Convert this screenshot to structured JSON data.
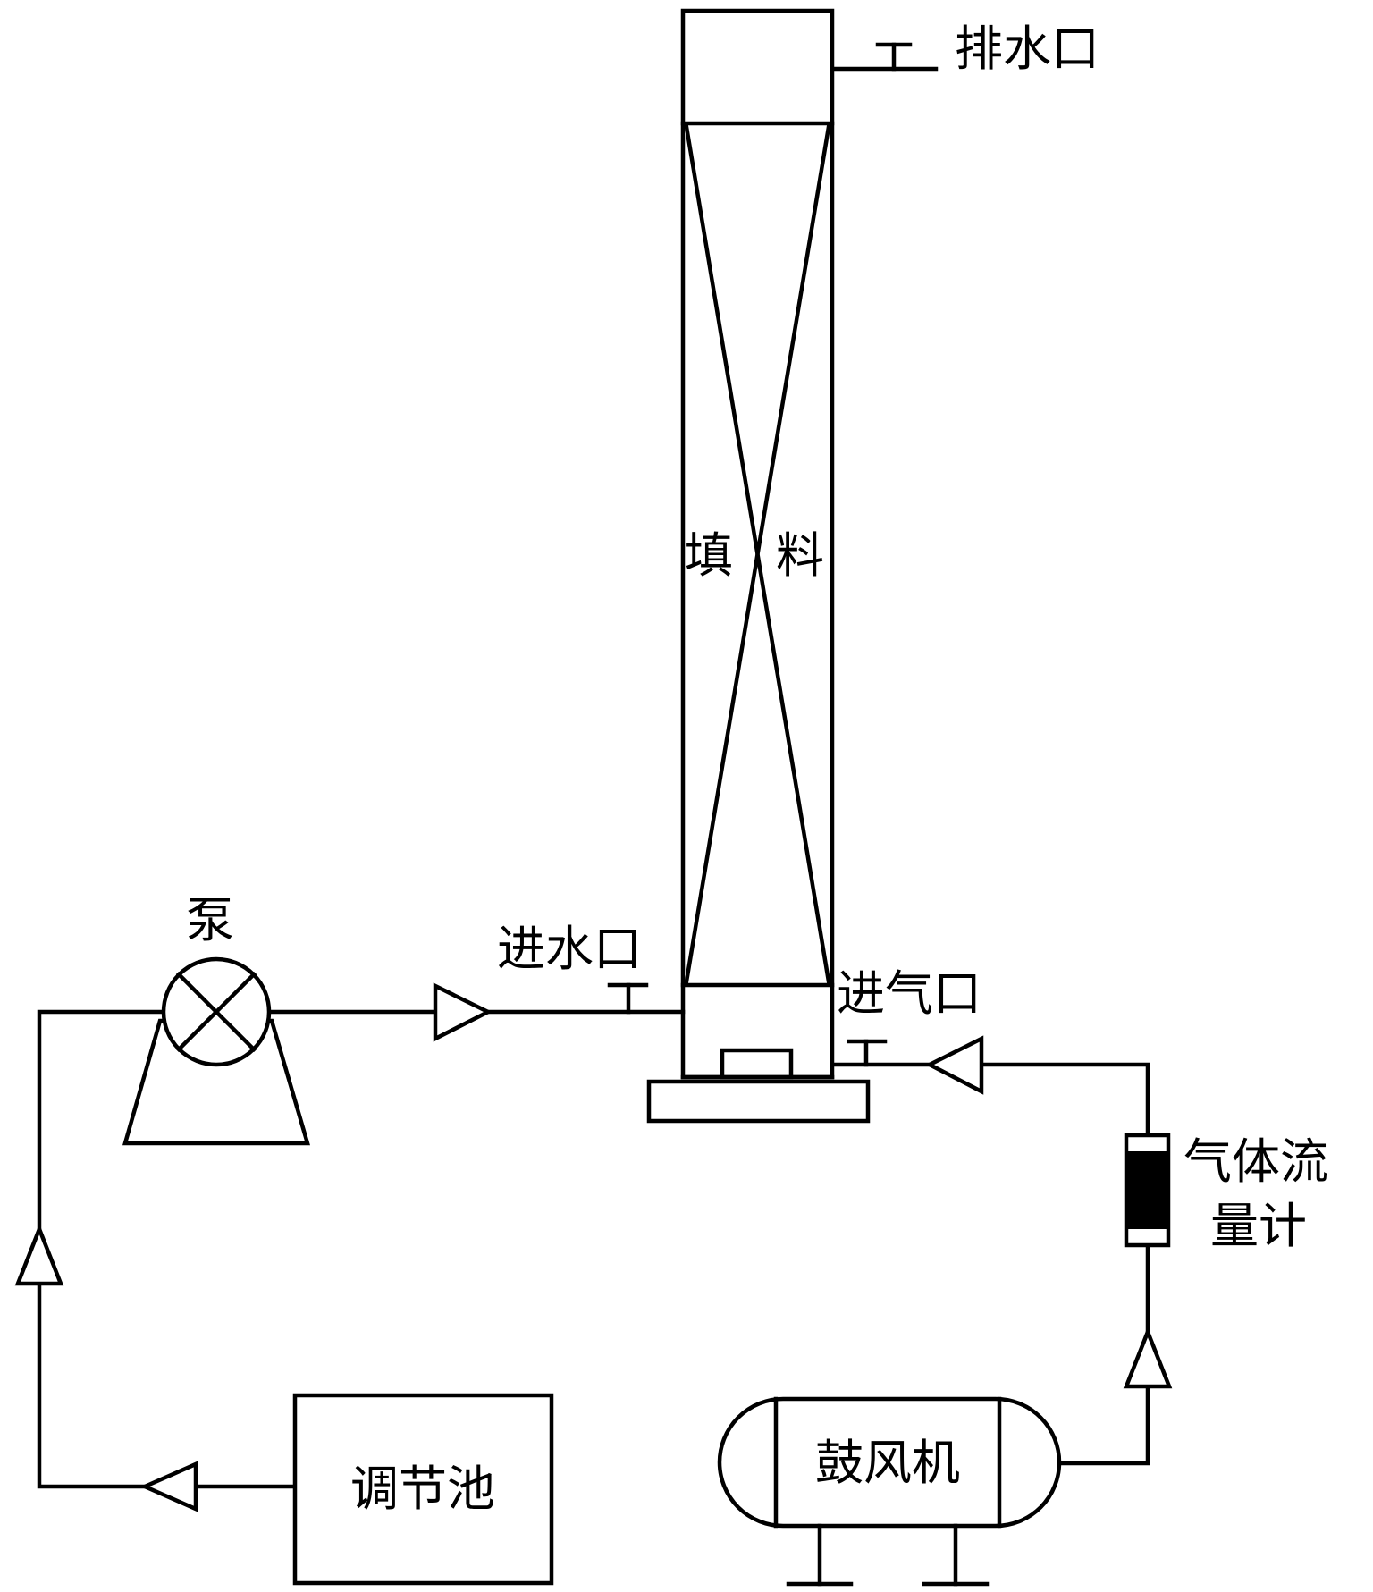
{
  "labels": {
    "outlet": "排水口",
    "packing_left": "填",
    "packing_right": "料",
    "pump": "泵",
    "water_inlet": "进水口",
    "air_inlet": "进气口",
    "flowmeter_line1": "气体流",
    "flowmeter_line2": "量计",
    "blower": "鼓风机",
    "tank": "调节池"
  },
  "colors": {
    "stroke": "#000000",
    "background": "#ffffff"
  }
}
